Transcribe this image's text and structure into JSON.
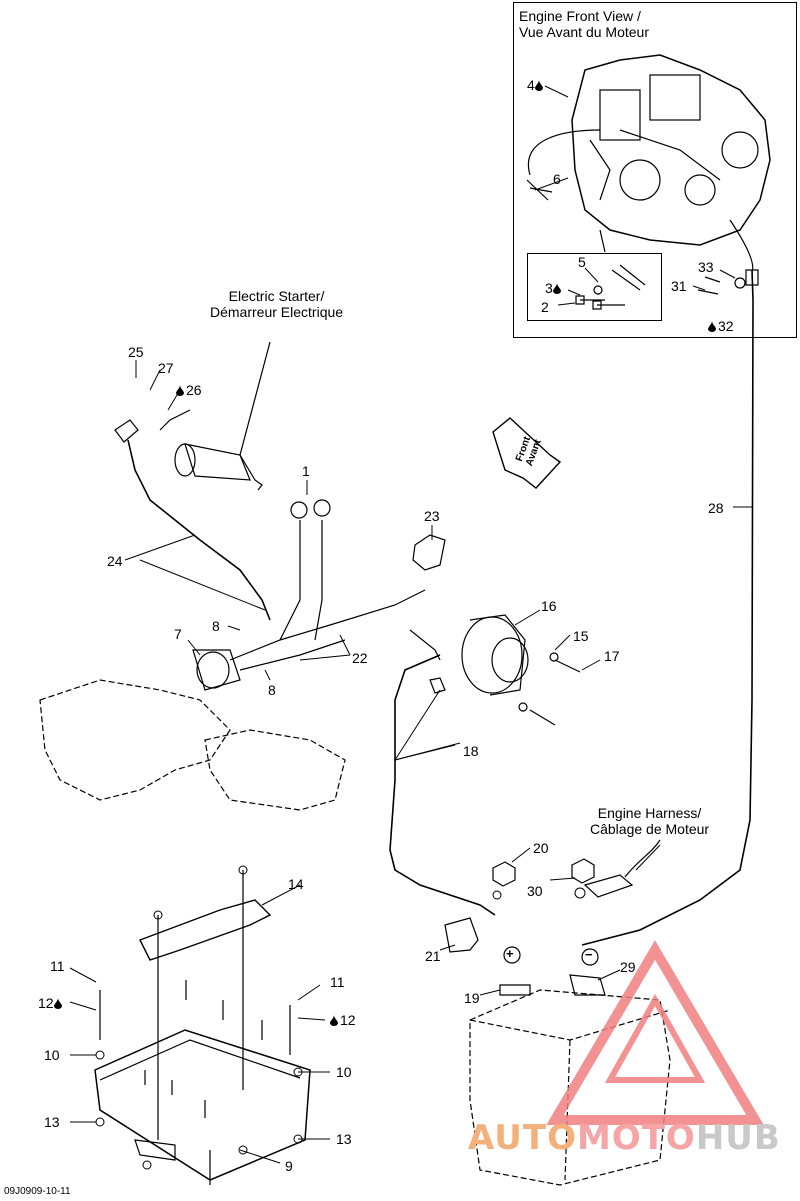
{
  "titles": {
    "engine_front": [
      "Engine Front View /",
      "Vue Avant du Moteur"
    ],
    "starter": [
      "Electric Starter/",
      "Démarreur Electrique"
    ],
    "harness": [
      "Engine Harness/",
      "Câblage de Moteur"
    ],
    "front": [
      "Front",
      "Avant"
    ]
  },
  "callouts": {
    "c1": "1",
    "c2": "2",
    "c3": "3",
    "c4": "4",
    "c5": "5",
    "c6": "6",
    "c7": "7",
    "c8a": "8",
    "c8b": "8",
    "c9": "9",
    "c10a": "10",
    "c10b": "10",
    "c11a": "11",
    "c11b": "11",
    "c12a": "12",
    "c12b": "12",
    "c13a": "13",
    "c13b": "13",
    "c14": "14",
    "c15": "15",
    "c16": "16",
    "c17": "17",
    "c18": "18",
    "c19": "19",
    "c20": "20",
    "c21": "21",
    "c22": "22",
    "c23": "23",
    "c24": "24",
    "c25": "25",
    "c26": "26",
    "c27": "27",
    "c28": "28",
    "c29": "29",
    "c30": "30",
    "c31": "31",
    "c32": "32",
    "c33": "33"
  },
  "terminals": {
    "positive": "+",
    "negative": "−"
  },
  "watermark": {
    "part1": "AUTO",
    "part2": "MOTO",
    "part3": "HUB"
  },
  "diagram_code": "09J0909-10-11",
  "colors": {
    "line": "#000000",
    "watermark_red": "#f08080",
    "watermark_orange": "#f4b07a"
  }
}
